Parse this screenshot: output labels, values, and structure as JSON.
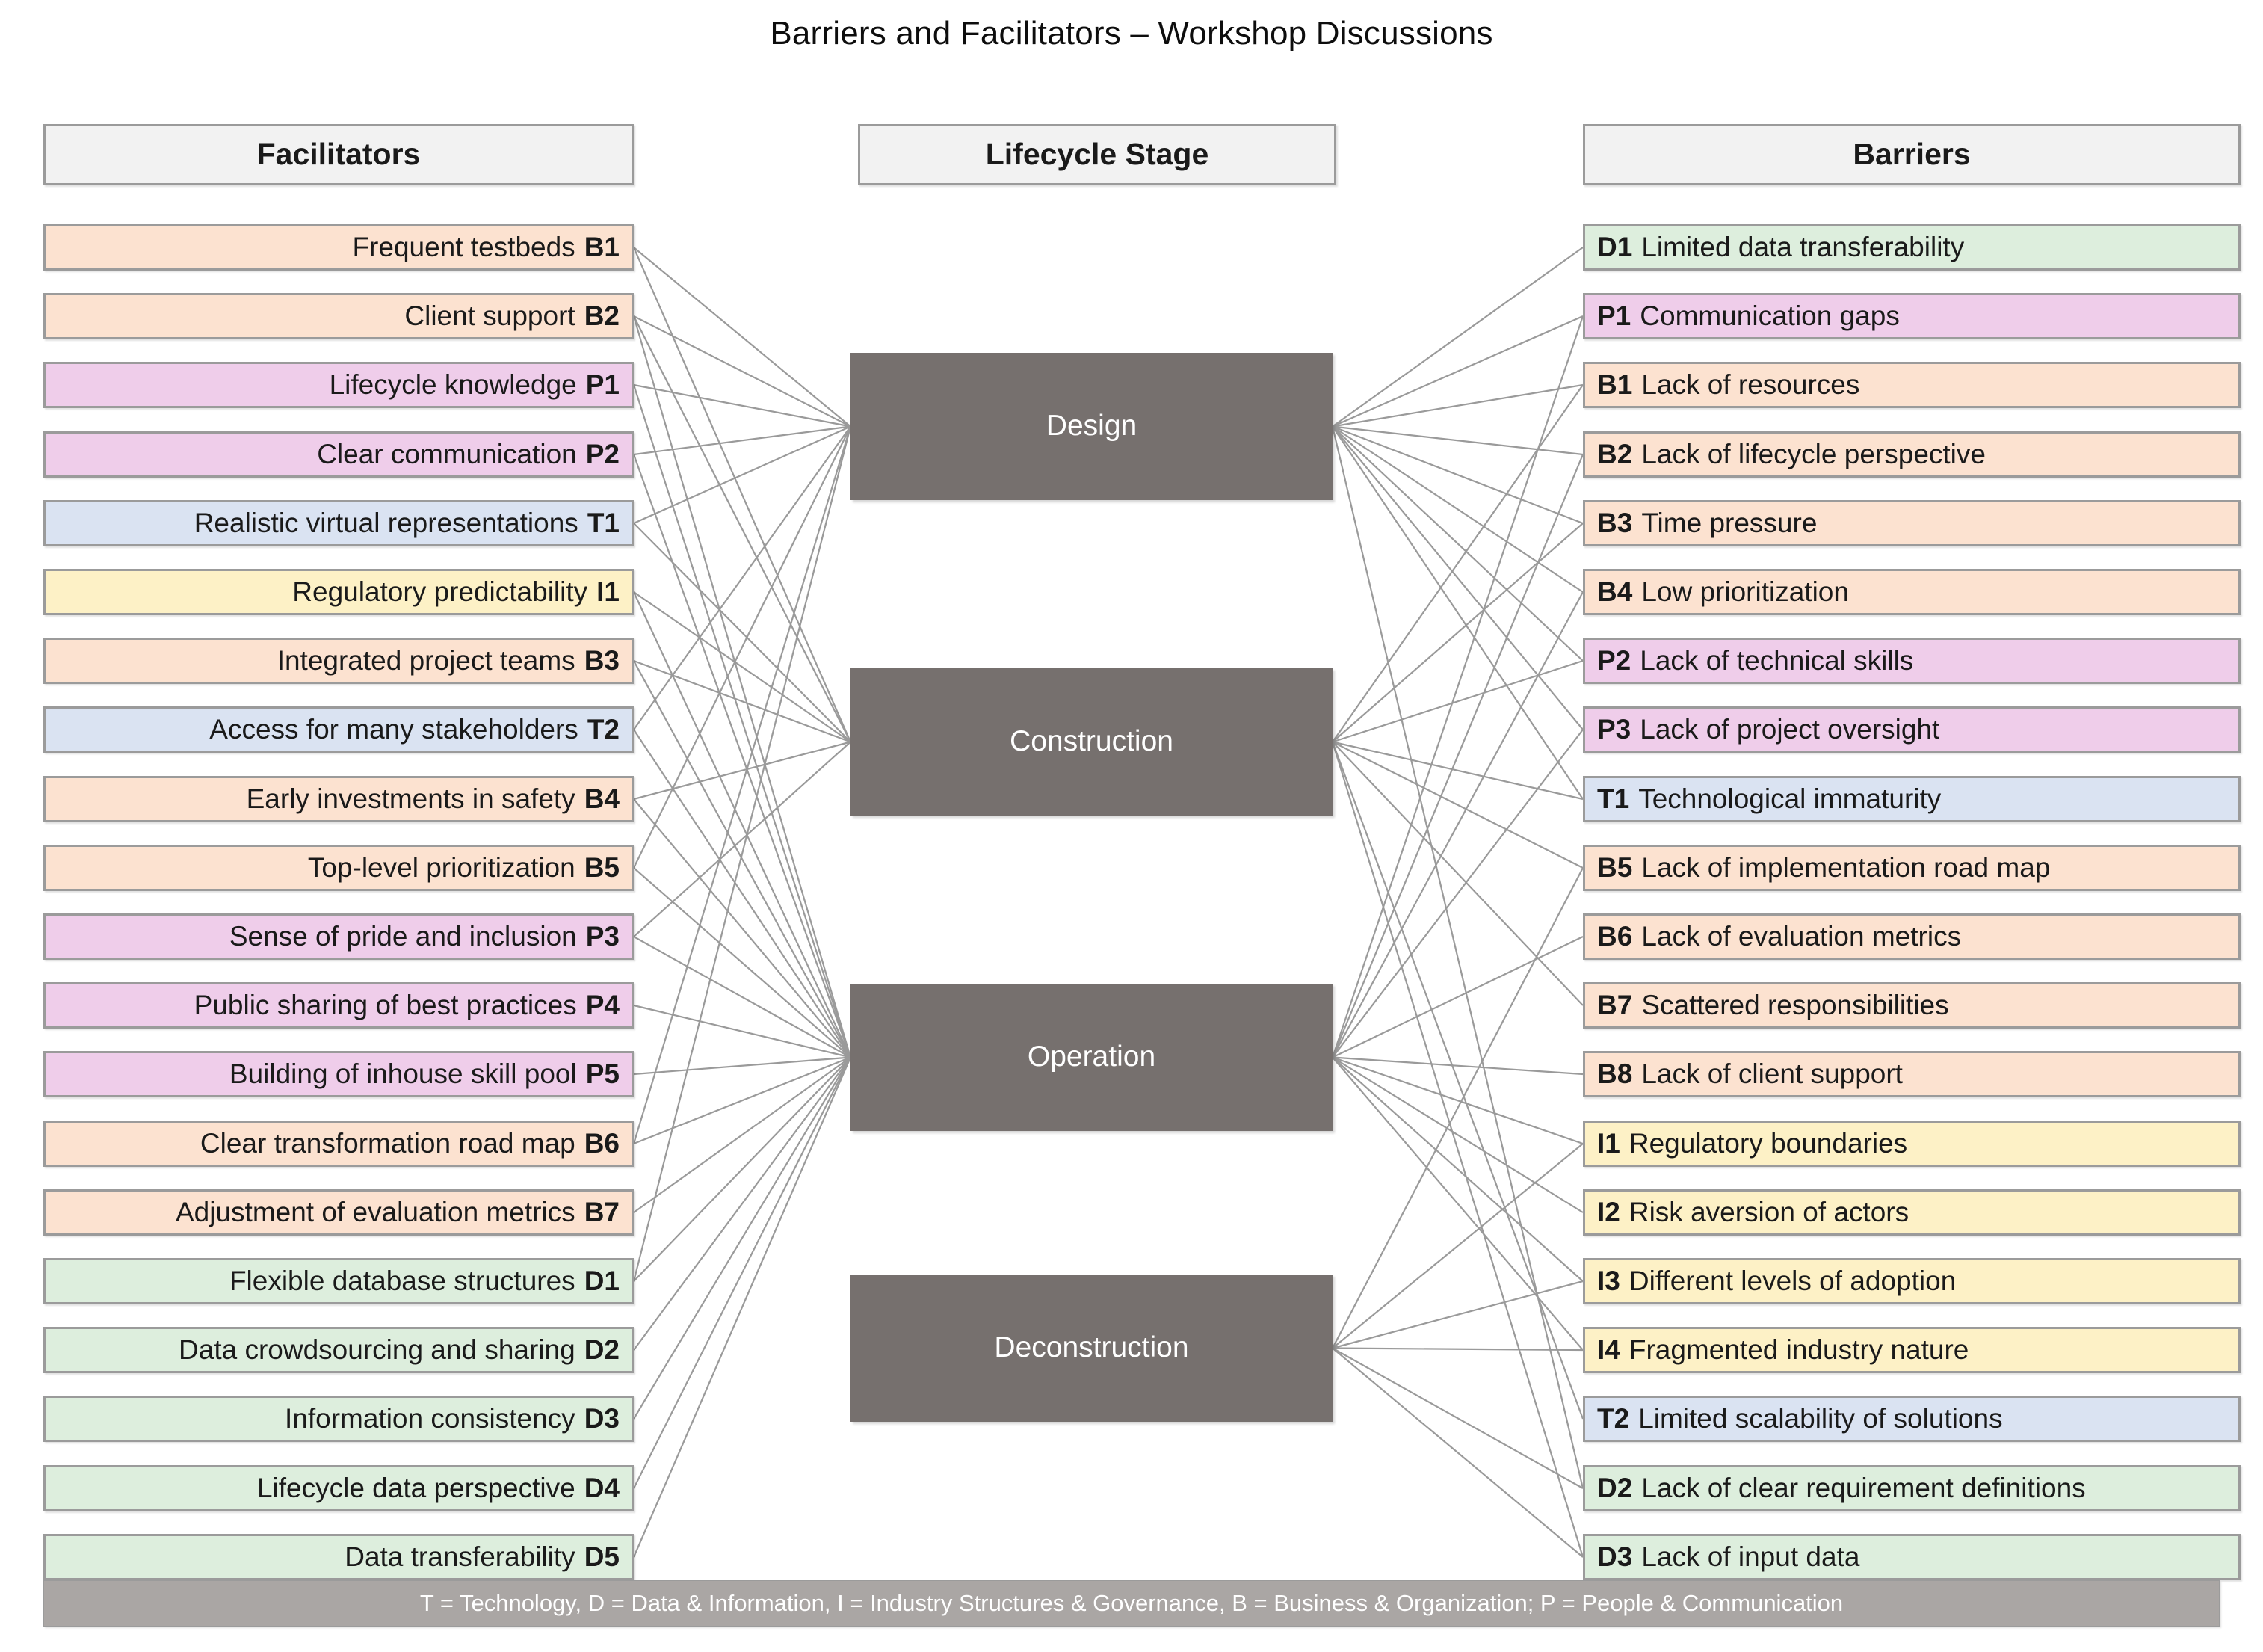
{
  "title": "Barriers and Facilitators – Workshop Discussions",
  "headers": {
    "facilitators": "Facilitators",
    "lifecycle": "Lifecycle Stage",
    "barriers": "Barriers"
  },
  "legend": "T = Technology, D = Data & Information, I = Industry Structures & Governance, B = Business & Organization; P = People & Communication",
  "colors": {
    "business": "#fce2d0",
    "people": "#efcdea",
    "technology": "#dae3f2",
    "industry": "#fdf1c6",
    "data": "#ddeedd",
    "stage": "#76706e",
    "header": "#f2f2f2",
    "border": "#9b9b9b",
    "legend_bg": "#aaa6a4",
    "link": "#9a9a9a"
  },
  "stages": [
    {
      "id": "design",
      "label": "Design"
    },
    {
      "id": "construction",
      "label": "Construction"
    },
    {
      "id": "operation",
      "label": "Operation"
    },
    {
      "id": "deconstruction",
      "label": "Deconstruction"
    }
  ],
  "facilitators": [
    {
      "code": "B1",
      "label": "Frequent testbeds",
      "cat": "B"
    },
    {
      "code": "B2",
      "label": "Client support",
      "cat": "B"
    },
    {
      "code": "P1",
      "label": "Lifecycle knowledge",
      "cat": "P"
    },
    {
      "code": "P2",
      "label": "Clear communication",
      "cat": "P"
    },
    {
      "code": "T1",
      "label": "Realistic virtual representations",
      "cat": "T"
    },
    {
      "code": "I1",
      "label": "Regulatory predictability",
      "cat": "I"
    },
    {
      "code": "B3",
      "label": "Integrated project teams",
      "cat": "B"
    },
    {
      "code": "T2",
      "label": "Access for many stakeholders",
      "cat": "T"
    },
    {
      "code": "B4",
      "label": "Early investments in safety",
      "cat": "B"
    },
    {
      "code": "B5",
      "label": "Top-level prioritization",
      "cat": "B"
    },
    {
      "code": "P3",
      "label": "Sense of pride and inclusion",
      "cat": "P"
    },
    {
      "code": "P4",
      "label": "Public sharing of best practices",
      "cat": "P"
    },
    {
      "code": "P5",
      "label": "Building of inhouse skill pool",
      "cat": "P"
    },
    {
      "code": "B6",
      "label": "Clear transformation road map",
      "cat": "B"
    },
    {
      "code": "B7",
      "label": "Adjustment of evaluation metrics",
      "cat": "B"
    },
    {
      "code": "D1",
      "label": "Flexible database structures",
      "cat": "D"
    },
    {
      "code": "D2",
      "label": "Data crowdsourcing and sharing",
      "cat": "D"
    },
    {
      "code": "D3",
      "label": "Information consistency",
      "cat": "D"
    },
    {
      "code": "D4",
      "label": "Lifecycle data perspective",
      "cat": "D"
    },
    {
      "code": "D5",
      "label": "Data transferability",
      "cat": "D"
    }
  ],
  "barriers": [
    {
      "code": "D1",
      "label": "Limited data transferability",
      "cat": "D"
    },
    {
      "code": "P1",
      "label": "Communication gaps",
      "cat": "P"
    },
    {
      "code": "B1",
      "label": "Lack of resources",
      "cat": "B"
    },
    {
      "code": "B2",
      "label": "Lack of lifecycle perspective",
      "cat": "B"
    },
    {
      "code": "B3",
      "label": "Time pressure",
      "cat": "B"
    },
    {
      "code": "B4",
      "label": "Low prioritization",
      "cat": "B"
    },
    {
      "code": "P2",
      "label": "Lack of technical skills",
      "cat": "P"
    },
    {
      "code": "P3",
      "label": "Lack of project oversight",
      "cat": "P"
    },
    {
      "code": "T1",
      "label": "Technological immaturity",
      "cat": "T"
    },
    {
      "code": "B5",
      "label": "Lack of implementation road map",
      "cat": "B"
    },
    {
      "code": "B6",
      "label": "Lack of evaluation metrics",
      "cat": "B"
    },
    {
      "code": "B7",
      "label": "Scattered responsibilities",
      "cat": "B"
    },
    {
      "code": "B8",
      "label": "Lack of client support",
      "cat": "B"
    },
    {
      "code": "I1",
      "label": "Regulatory boundaries",
      "cat": "I"
    },
    {
      "code": "I2",
      "label": "Risk aversion of actors",
      "cat": "I"
    },
    {
      "code": "I3",
      "label": "Different levels of adoption",
      "cat": "I"
    },
    {
      "code": "I4",
      "label": "Fragmented industry nature",
      "cat": "I"
    },
    {
      "code": "T2",
      "label": "Limited scalability of solutions",
      "cat": "T"
    },
    {
      "code": "D2",
      "label": "Lack of clear requirement definitions",
      "cat": "D"
    },
    {
      "code": "D3",
      "label": "Lack of input data",
      "cat": "D"
    }
  ],
  "links": {
    "facilitator_to_stage": [
      [
        0,
        0
      ],
      [
        0,
        1
      ],
      [
        1,
        0
      ],
      [
        1,
        1
      ],
      [
        1,
        2
      ],
      [
        2,
        0
      ],
      [
        2,
        2
      ],
      [
        3,
        0
      ],
      [
        3,
        2
      ],
      [
        4,
        0
      ],
      [
        4,
        1
      ],
      [
        5,
        2
      ],
      [
        5,
        1
      ],
      [
        6,
        1
      ],
      [
        6,
        2
      ],
      [
        7,
        0
      ],
      [
        7,
        2
      ],
      [
        8,
        1
      ],
      [
        8,
        2
      ],
      [
        9,
        0
      ],
      [
        9,
        2
      ],
      [
        10,
        2
      ],
      [
        10,
        1
      ],
      [
        11,
        2
      ],
      [
        12,
        2
      ],
      [
        13,
        2
      ],
      [
        13,
        0
      ],
      [
        14,
        2
      ],
      [
        15,
        2
      ],
      [
        15,
        0
      ],
      [
        16,
        2
      ],
      [
        17,
        2
      ],
      [
        18,
        2
      ],
      [
        19,
        2
      ]
    ],
    "stage_to_barrier": [
      [
        0,
        0
      ],
      [
        0,
        1
      ],
      [
        0,
        2
      ],
      [
        0,
        3
      ],
      [
        0,
        4
      ],
      [
        0,
        5
      ],
      [
        0,
        6
      ],
      [
        0,
        7
      ],
      [
        0,
        8
      ],
      [
        0,
        18
      ],
      [
        1,
        2
      ],
      [
        1,
        4
      ],
      [
        1,
        6
      ],
      [
        1,
        8
      ],
      [
        1,
        9
      ],
      [
        1,
        11
      ],
      [
        1,
        17
      ],
      [
        1,
        19
      ],
      [
        2,
        1
      ],
      [
        2,
        3
      ],
      [
        2,
        5
      ],
      [
        2,
        7
      ],
      [
        2,
        10
      ],
      [
        2,
        12
      ],
      [
        2,
        13
      ],
      [
        2,
        14
      ],
      [
        2,
        15
      ],
      [
        2,
        16
      ],
      [
        3,
        9
      ],
      [
        3,
        13
      ],
      [
        3,
        15
      ],
      [
        3,
        16
      ],
      [
        3,
        18
      ],
      [
        3,
        19
      ]
    ]
  }
}
